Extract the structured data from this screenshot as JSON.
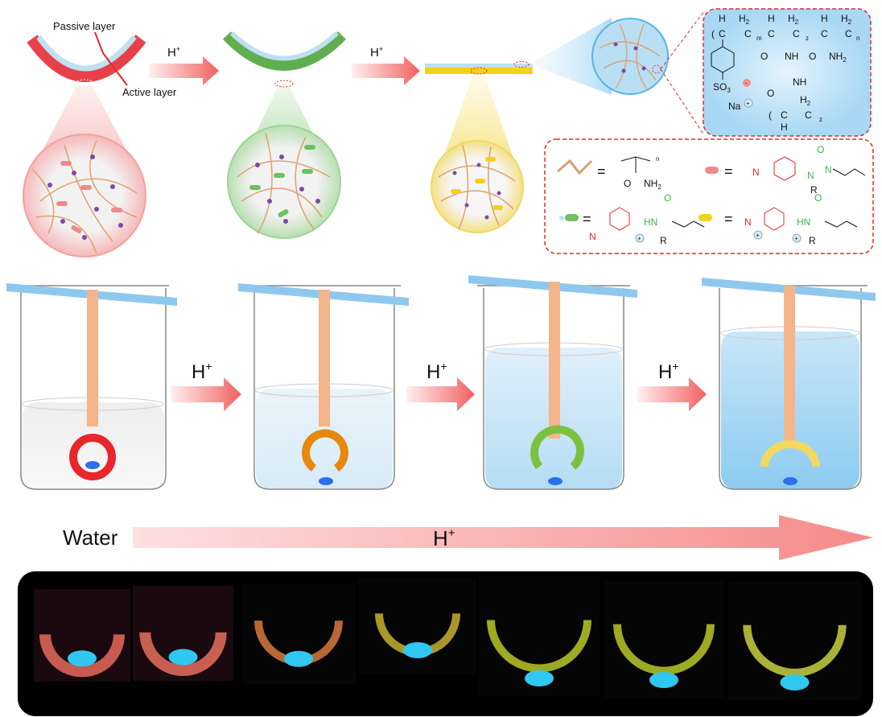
{
  "labels": {
    "passive_layer": "Passive layer",
    "active_layer": "Active layer",
    "h_plus": "H",
    "plus": "+",
    "water": "Water"
  },
  "polymer_structure": {
    "h": "H",
    "h2": "H",
    "two": "2",
    "c": "C",
    "m": "m",
    "z": "z",
    "n": "n",
    "nh": "NH",
    "nh2": "NH",
    "o": "O",
    "so3": "SO",
    "three": "3",
    "na": "Na",
    "minus": "-",
    "plus": "+"
  },
  "legend": {
    "equals": "=",
    "r": "R",
    "n_atom": "N",
    "o": "O",
    "hn": "HN",
    "nh2": "NH",
    "two": "2",
    "n_sub": "n",
    "plus": "+"
  },
  "colors": {
    "active_red": "#e8404a",
    "passive_blue": "#bfe0f0",
    "green": "#5fae4f",
    "yellow": "#f2d21b",
    "strip": "#f4b48a",
    "dashed_red": "#e8262c",
    "arrow_red": "#f25050"
  },
  "photos": [
    {
      "tint": "#e86a5a"
    },
    {
      "tint": "#e8705e"
    },
    {
      "tint": "#d87a40"
    },
    {
      "tint": "#c8b030"
    },
    {
      "tint": "#b8c828"
    },
    {
      "tint": "#b8c828"
    },
    {
      "tint": "#c8d040"
    }
  ]
}
